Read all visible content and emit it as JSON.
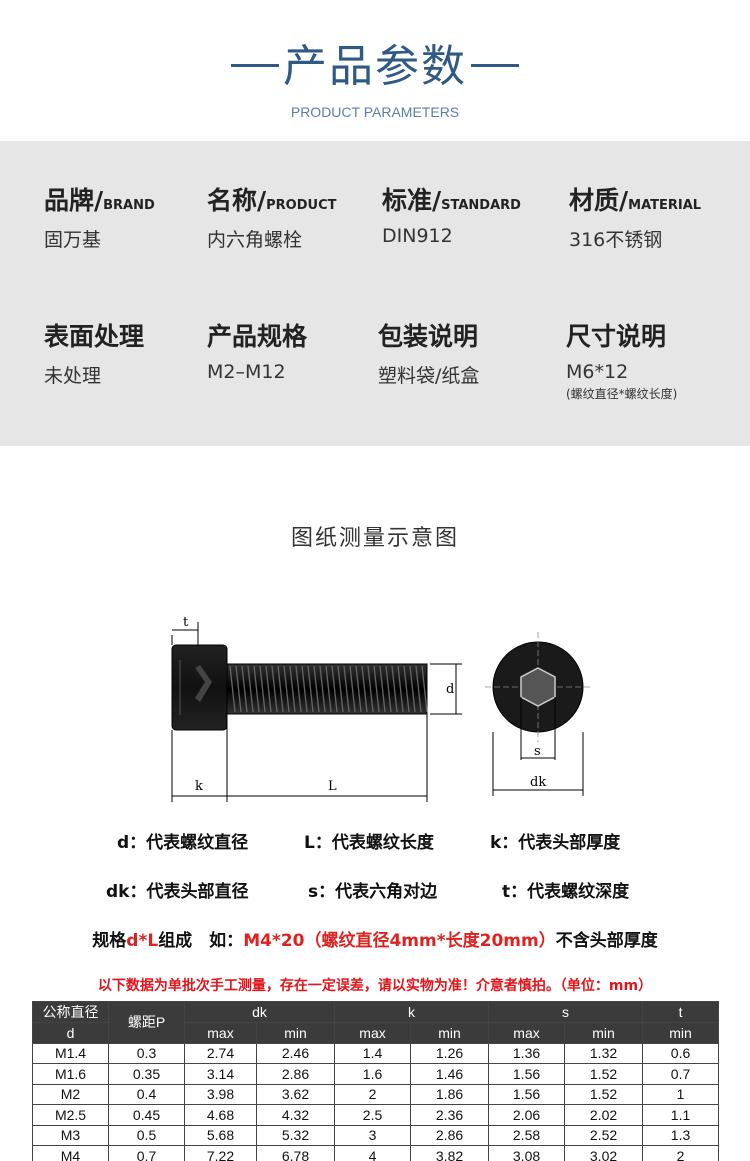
{
  "header": {
    "title": "产品参数",
    "subtitle": "PRODUCT PARAMETERS"
  },
  "params": [
    {
      "label": "品牌/",
      "label_en": "BRAND",
      "value": "固万基"
    },
    {
      "label": "名称/",
      "label_en": "PRODUCT",
      "value": "内六角螺栓"
    },
    {
      "label": "标准/",
      "label_en": "STANDARD",
      "value": "DIN912"
    },
    {
      "label": "材质/",
      "label_en": "MATERIAL",
      "value": "316不锈钢"
    },
    {
      "label": "表面处理",
      "label_en": "",
      "value": "未处理"
    },
    {
      "label": "产品规格",
      "label_en": "",
      "value": "M2–M12"
    },
    {
      "label": "包装说明",
      "label_en": "",
      "value": "塑料袋/纸盒"
    },
    {
      "label": "尺寸说明",
      "label_en": "",
      "value": "M6*12",
      "note": "(螺纹直径*螺纹长度)"
    }
  ],
  "diagram": {
    "title": "图纸测量示意图",
    "labels": {
      "t": "t",
      "d": "d",
      "k": "k",
      "L": "L",
      "s": "s",
      "dk": "dk"
    }
  },
  "legend": {
    "d": "d：代表螺纹直径",
    "L": "L：代表螺纹长度",
    "k": "k：代表头部厚度",
    "dk": "dk：代表头部直径",
    "s": "s：代表六角对边",
    "t": "t：代表螺纹深度"
  },
  "spec": {
    "prefix": "规格",
    "dl": "d*L",
    "mid": "组成　如：",
    "example": "M4*20（螺纹直径4mm*长度20mm）",
    "suffix": "不含头部厚度"
  },
  "warning": "以下数据为单批次手工测量，存在一定误差，请以实物为准！介意者慎拍。（单位：mm）",
  "table": {
    "head1": {
      "nominal": "公称直径",
      "pitch": "螺距P",
      "dk": "dk",
      "k": "k",
      "s": "s",
      "t": "t"
    },
    "head2": {
      "d": "d",
      "max1": "max",
      "min1": "min",
      "max2": "max",
      "min2": "min",
      "max3": "max",
      "min3": "min",
      "min4": "min"
    },
    "rows": [
      [
        "M1.4",
        "0.3",
        "2.74",
        "2.46",
        "1.4",
        "1.26",
        "1.36",
        "1.32",
        "0.6"
      ],
      [
        "M1.6",
        "0.35",
        "3.14",
        "2.86",
        "1.6",
        "1.46",
        "1.56",
        "1.52",
        "0.7"
      ],
      [
        "M2",
        "0.4",
        "3.98",
        "3.62",
        "2",
        "1.86",
        "1.56",
        "1.52",
        "1"
      ],
      [
        "M2.5",
        "0.45",
        "4.68",
        "4.32",
        "2.5",
        "2.36",
        "2.06",
        "2.02",
        "1.1"
      ],
      [
        "M3",
        "0.5",
        "5.68",
        "5.32",
        "3",
        "2.86",
        "2.58",
        "2.52",
        "1.3"
      ],
      [
        "M4",
        "0.7",
        "7.22",
        "6.78",
        "4",
        "3.82",
        "3.08",
        "3.02",
        "2"
      ]
    ]
  }
}
